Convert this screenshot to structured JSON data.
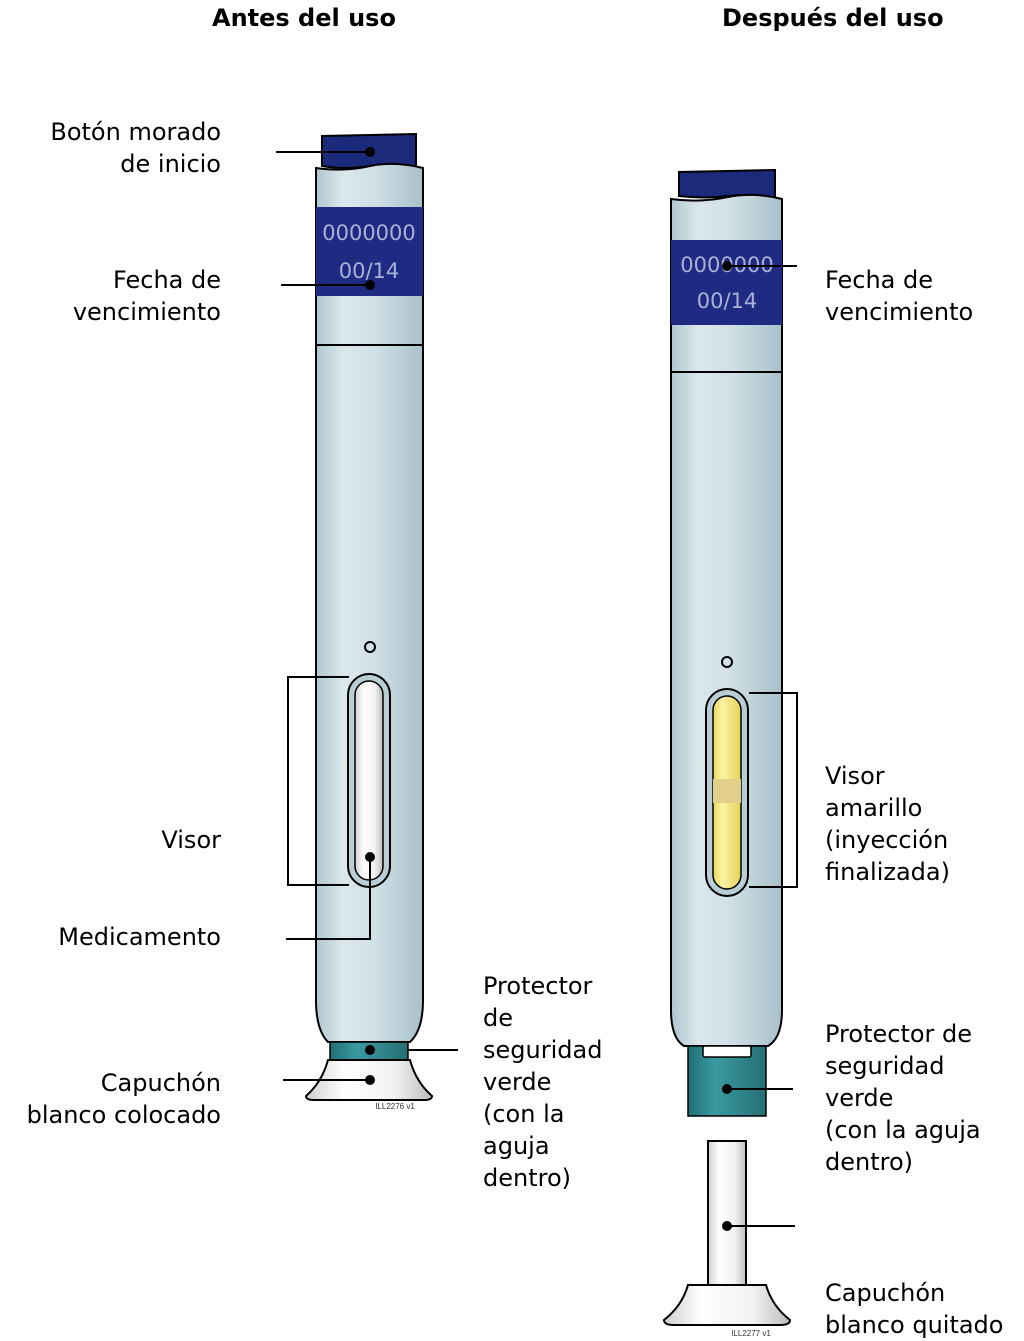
{
  "before": {
    "title": "Antes del uso",
    "labels": {
      "button": "Botón morado\nde inicio",
      "expiry": "Fecha de\nvencimiento",
      "viewer": "Visor",
      "medicine": "Medicamento",
      "cap": "Capuchón\nblanco colocado",
      "shield": "Protector\nde\nseguridad\nverde\n(con la\naguja\ndentro)"
    },
    "lot": "0000000",
    "date": "00/14",
    "code": "ILL2276 v1"
  },
  "after": {
    "title": "Después del uso",
    "labels": {
      "expiry": "Fecha de\nvencimiento",
      "viewer": "Visor\namarillo\n(inyección\nfinalizada)",
      "shield": "Protector de\nseguridad\nverde\n(con la aguja\ndentro)",
      "cap": "Capuchón\nblanco quitado"
    },
    "lot": "0000000",
    "date": "00/14",
    "code": "ILL2277 v1"
  },
  "colors": {
    "body": "#cfe0e6",
    "button": "#1b2a7a",
    "label_band": "#1f2a82",
    "shield": "#2e8a8f",
    "viewer_yellow": "#f7ec8c"
  }
}
